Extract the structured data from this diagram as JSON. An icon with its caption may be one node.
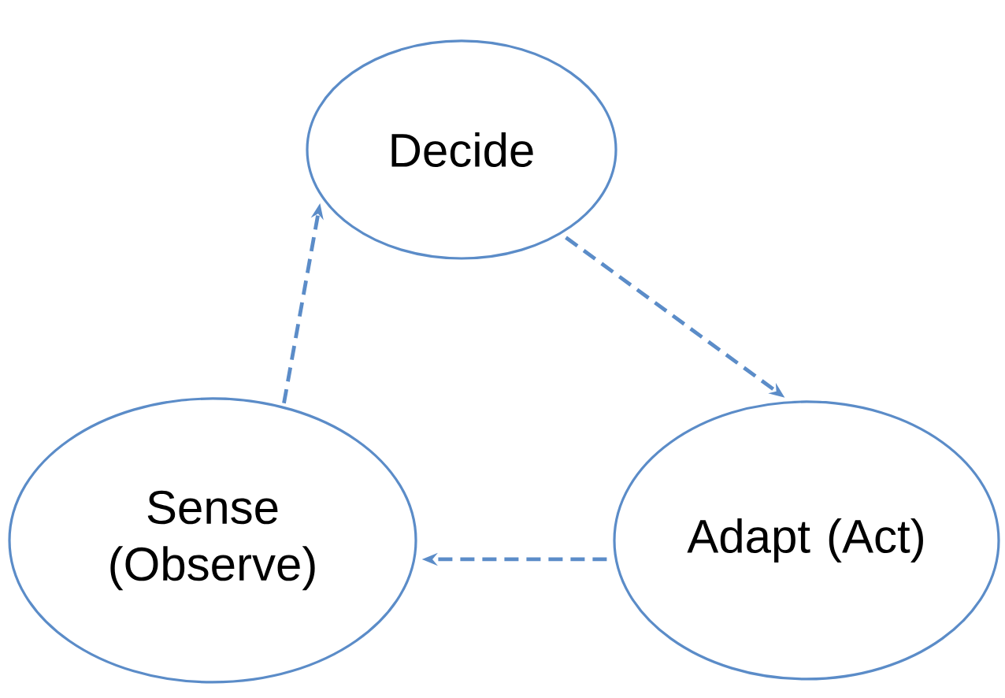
{
  "diagram": {
    "nodes": [
      {
        "text": [
          "Decide"
        ]
      },
      {
        "text": [
          "Adapt (Act)"
        ]
      },
      {
        "text": [
          "Sense (Observe)"
        ]
      }
    ],
    "edges": [
      {
        "from": 0,
        "to": 1,
        "arrow": "to",
        "style": "dashed"
      },
      {
        "from": 1,
        "to": 2,
        "arrow": "to",
        "style": "dashed"
      },
      {
        "from": 2,
        "to": 0,
        "arrow": "to",
        "style": "dashed"
      }
    ]
  }
}
